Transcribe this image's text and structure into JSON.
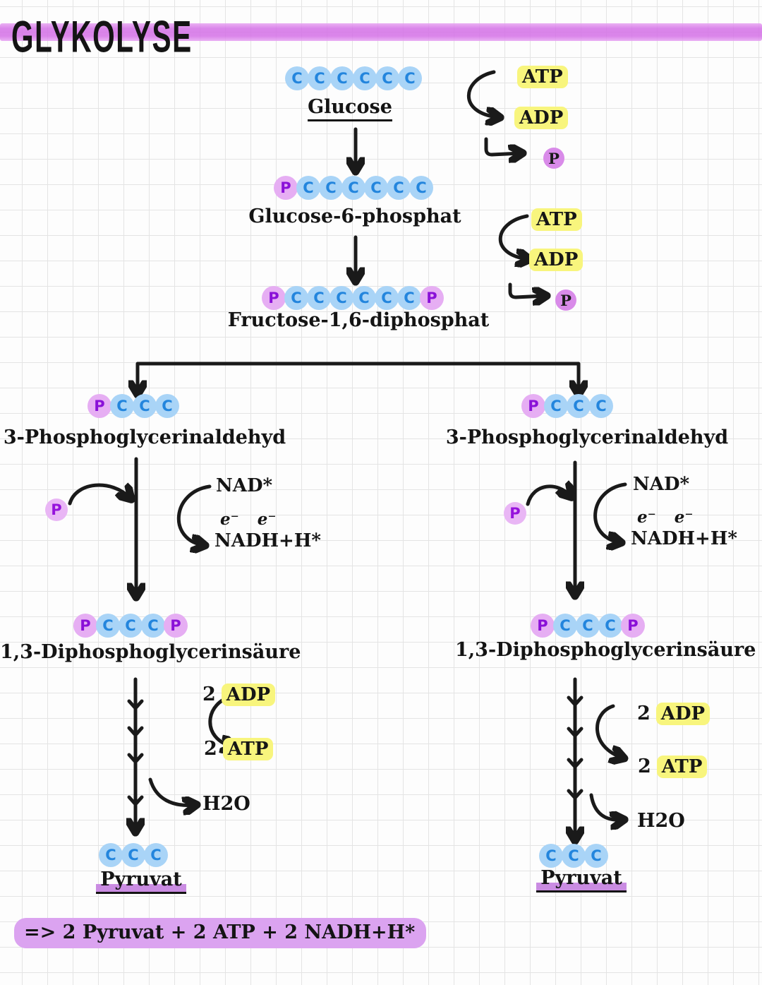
{
  "title": "GLYKOLYSE",
  "colors": {
    "highlight_yellow": "#f8f57d",
    "highlighter_purple": "#d470e6",
    "summary_purple": "#dba3f0",
    "carbon_circle": "#a9d4f7",
    "carbon_letter": "#2385dd",
    "phosphate_circle": "#e6aef3",
    "phosphate_letter": "#8a10d8"
  },
  "molecules": {
    "glucose": {
      "label": "Glucose",
      "chain": [
        "C",
        "C",
        "C",
        "C",
        "C",
        "C"
      ]
    },
    "glucose6p": {
      "label": "Glucose-6-phosphat",
      "chain": [
        "P",
        "C",
        "C",
        "C",
        "C",
        "C",
        "C"
      ]
    },
    "fructose16dp": {
      "label": "Fructose-1,6-diphosphat",
      "chain": [
        "P",
        "C",
        "C",
        "C",
        "C",
        "C",
        "C",
        "P"
      ]
    },
    "pga_left": {
      "label": "3-Phosphoglycerinaldehyd",
      "chain": [
        "P",
        "C",
        "C",
        "C"
      ]
    },
    "pga_right": {
      "label": "3-Phosphoglycerinaldehyd",
      "chain": [
        "P",
        "C",
        "C",
        "C"
      ]
    },
    "dpg_left": {
      "label": "1,3-Diphosphoglycerinsäure",
      "chain": [
        "P",
        "C",
        "C",
        "C",
        "P"
      ]
    },
    "dpg_right": {
      "label": "1,3-Diphosphoglycerinsäure",
      "chain": [
        "P",
        "C",
        "C",
        "C",
        "P"
      ]
    },
    "pyruvat_left": {
      "label": "Pyruvat",
      "chain": [
        "C",
        "C",
        "C"
      ]
    },
    "pyruvat_right": {
      "label": "Pyruvat",
      "chain": [
        "C",
        "C",
        "C"
      ]
    }
  },
  "cofactors": {
    "step1": {
      "atp": "ATP",
      "adp": "ADP",
      "p": "P"
    },
    "step2": {
      "atp": "ATP",
      "adp": "ADP",
      "p": "P"
    },
    "nad_left": {
      "p": "P",
      "nad": "NAD*",
      "electrons": "e⁻ e⁻",
      "nadh": "NADH+H*"
    },
    "nad_right": {
      "p": "P",
      "nad": "NAD*",
      "electrons": "e⁻ e⁻",
      "nadh": "NADH+H*"
    },
    "payoff_left": {
      "adp_count": "2",
      "adp": "ADP",
      "atp_count": "2",
      "atp": "ATP",
      "h2o": "H2O"
    },
    "payoff_right": {
      "adp_count": "2",
      "adp": "ADP",
      "atp_count": "2",
      "atp": "ATP",
      "h2o": "H2O"
    }
  },
  "summary": "=> 2 Pyruvat + 2 ATP + 2 NADH+H*"
}
